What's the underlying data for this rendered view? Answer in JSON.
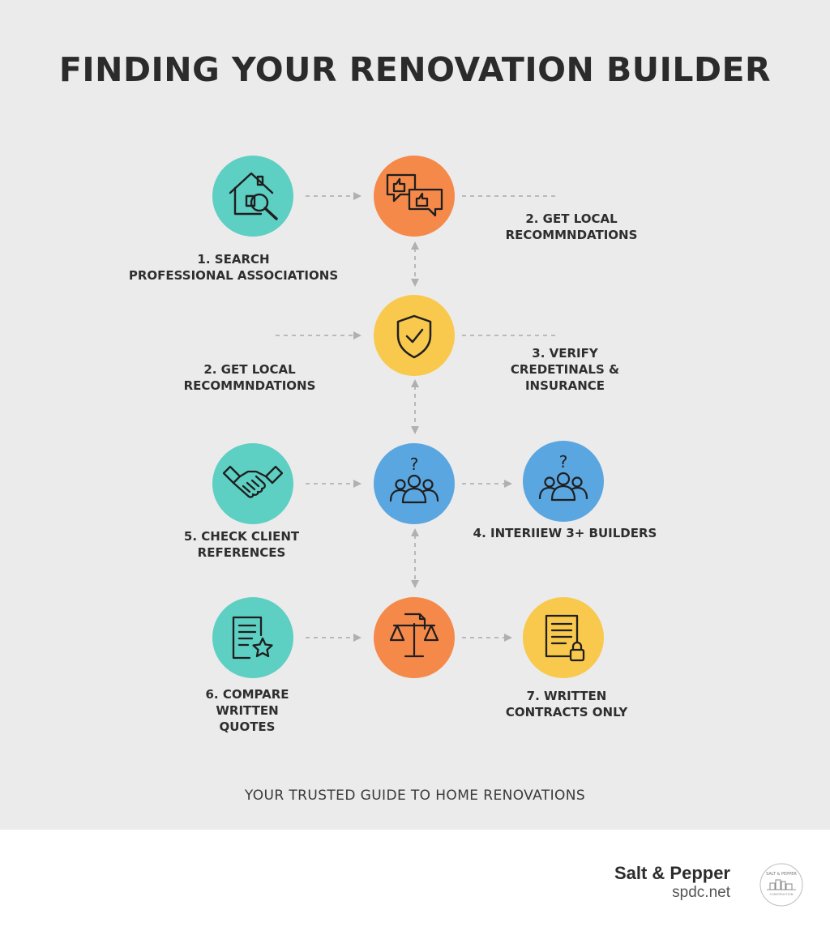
{
  "title": "FINDING YOUR RENOVATION BUILDER",
  "tagline": "YOUR TRUSTED GUIDE TO HOME RENOVATIONS",
  "colors": {
    "teal": "#5ecfc3",
    "orange": "#f5894a",
    "yellow": "#f8c94c",
    "blue": "#5aa6e0",
    "panel": "#ebebeb"
  },
  "steps": [
    {
      "id": "search",
      "label": "1. SEARCH\nPROFESSIONAL ASSOCIATIONS",
      "icon": "house-search-icon",
      "color": "teal"
    },
    {
      "id": "recommend",
      "label": "2. GET LOCAL\nRECOMMNDATIONS",
      "icon": "thumbs-up-speech-icon",
      "color": "orange"
    },
    {
      "id": "verify",
      "label": "3. VERIFY\nCREDETINALS &\nINSURANCE",
      "icon": "shield-check-icon",
      "color": "yellow",
      "extra_label": "2. GET LOCAL\nRECOMMNDATIONS"
    },
    {
      "id": "references",
      "label": "5. CHECK CLIENT\nREFERENCES",
      "icon": "handshake-icon",
      "color": "teal"
    },
    {
      "id": "interview-hub",
      "icon": "people-question-icon",
      "color": "blue"
    },
    {
      "id": "interview",
      "label": "4. INTERIIEW 3+ BUILDERS",
      "icon": "people-question-icon",
      "color": "blue"
    },
    {
      "id": "quotes",
      "label": "6. COMPARE\nWRITTEN\nQUOTES",
      "icon": "document-star-icon",
      "color": "teal"
    },
    {
      "id": "compare-hub",
      "icon": "scales-icon",
      "color": "orange"
    },
    {
      "id": "contracts",
      "label": "7. WRITTEN\nCONTRACTS ONLY",
      "icon": "document-lock-icon",
      "color": "yellow"
    }
  ],
  "brand": {
    "name": "Salt & Pepper",
    "url": "spdc.net",
    "logo_text": "SALT & PEPPER CONSTRUCTION"
  }
}
